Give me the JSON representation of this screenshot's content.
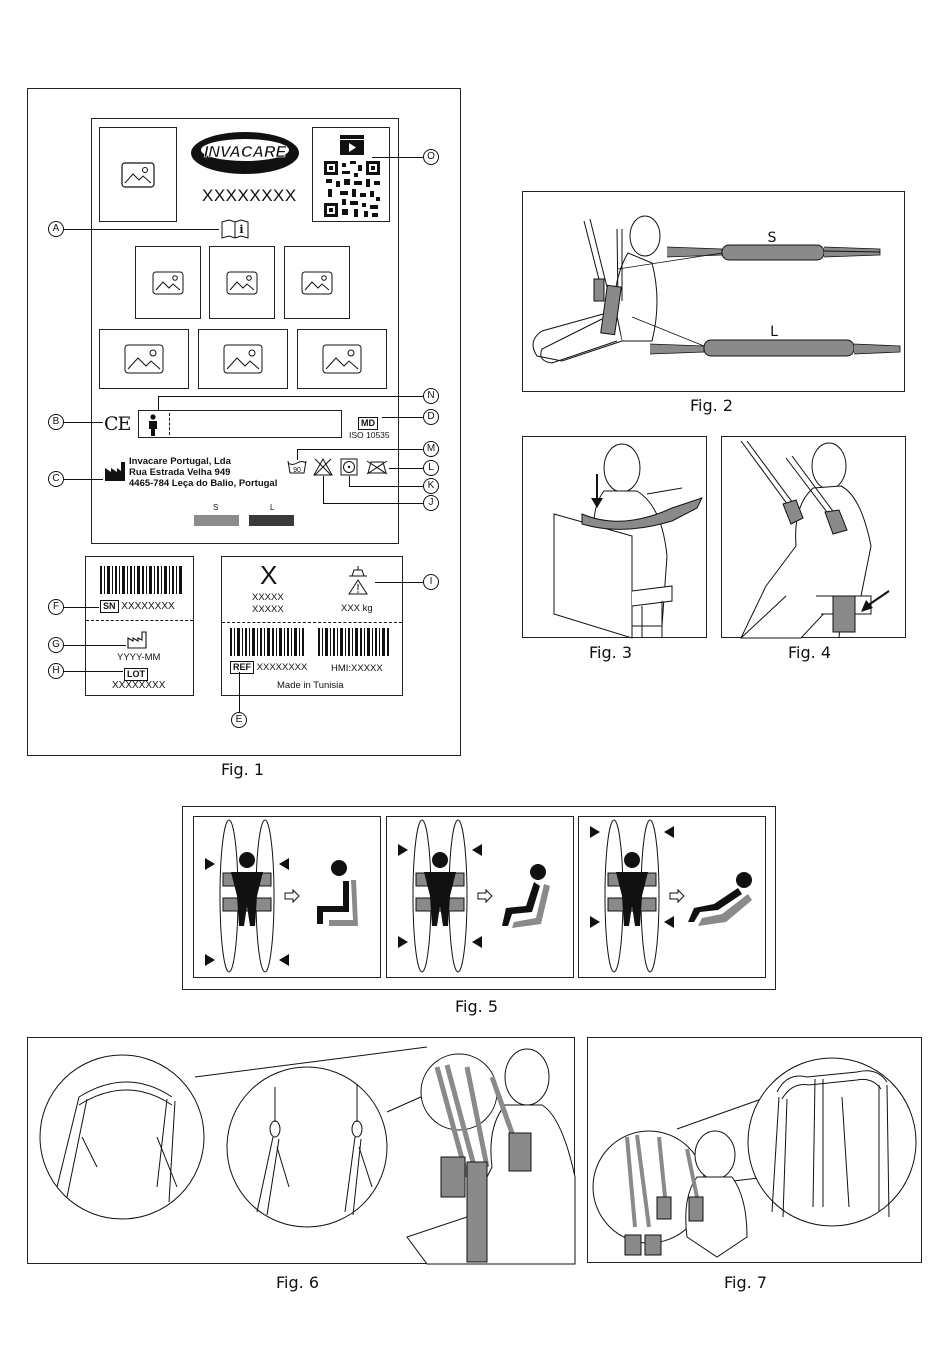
{
  "figures": {
    "fig1": "Fig. 1",
    "fig2": "Fig. 2",
    "fig3": "Fig. 3",
    "fig4": "Fig. 4",
    "fig5": "Fig. 5",
    "fig6": "Fig. 6",
    "fig7": "Fig. 7"
  },
  "label": {
    "brand": "INVACARE",
    "model": "XXXXXXXX",
    "ce": "CE",
    "md": "MD",
    "iso": "ISO 10535",
    "manufacturer": [
      "Invacare Portugal, Lda",
      "Rua Estrada Velha 949",
      "4465-784 Leça do Balio, Portugal"
    ],
    "wash_temp": "90",
    "sizes": [
      {
        "label": "S",
        "color": "#8c8c8c"
      },
      {
        "label": "L",
        "color": "#3a3a3a"
      }
    ],
    "sn_tag": "SN",
    "sn": "XXXXXXXX",
    "date": "YYYY-MM",
    "lot_tag": "LOT",
    "lot": "XXXXXXXX",
    "size_letter": "X",
    "size_code1": "XXXXX",
    "size_code2": "XXXXX",
    "max_load": "XXX kg",
    "ref_tag": "REF",
    "ref": "XXXXXXXX",
    "hmi": "HMI:XXXXX",
    "made_in": "Made in Tunisia"
  },
  "callouts": {
    "A": "A",
    "B": "B",
    "C": "C",
    "D": "D",
    "E": "E",
    "F": "F",
    "G": "G",
    "H": "H",
    "I": "I",
    "J": "J",
    "K": "K",
    "L": "L",
    "M": "M",
    "N": "N",
    "O": "O"
  },
  "fig2": {
    "size_s": "S",
    "size_l": "L"
  },
  "colors": {
    "strap_grey": "#8a8a8a",
    "dark": "#111111"
  }
}
